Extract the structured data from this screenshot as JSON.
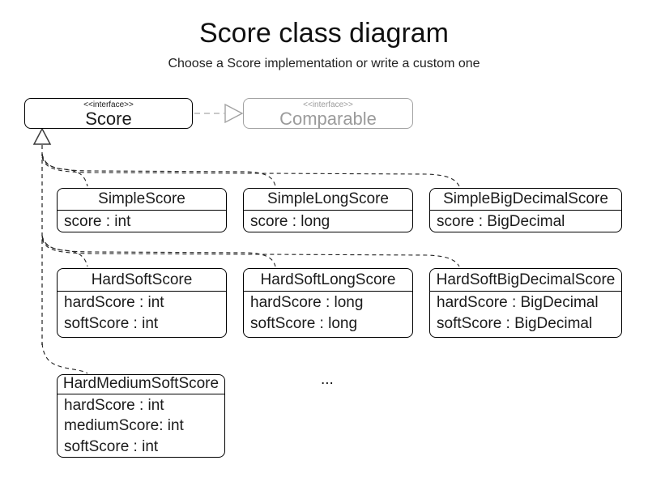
{
  "header": {
    "title": "Score class diagram",
    "subtitle": "Choose a Score implementation or write a custom one"
  },
  "interfaces": {
    "score": {
      "stereotype": "<<interface>>",
      "name": "Score"
    },
    "comparable": {
      "stereotype": "<<interface>>",
      "name": "Comparable"
    }
  },
  "classes": [
    {
      "name": "SimpleScore",
      "attributes": [
        "score : int"
      ]
    },
    {
      "name": "SimpleLongScore",
      "attributes": [
        "score : long"
      ]
    },
    {
      "name": "SimpleBigDecimalScore",
      "attributes": [
        "score : BigDecimal"
      ]
    },
    {
      "name": "HardSoftScore",
      "attributes": [
        "hardScore : int",
        "softScore : int"
      ]
    },
    {
      "name": "HardSoftLongScore",
      "attributes": [
        "hardScore : long",
        "softScore : long"
      ]
    },
    {
      "name": "HardSoftBigDecimalScore",
      "attributes": [
        "hardScore : BigDecimal",
        "softScore : BigDecimal"
      ]
    },
    {
      "name": "HardMediumSoftScore",
      "attributes": [
        "hardScore : int",
        "mediumScore: int",
        "softScore : int"
      ]
    }
  ],
  "ellipsis": "...",
  "colors": {
    "text": "#111111",
    "box_border": "#000000",
    "muted_gray": "#9b9b9b",
    "realization_line": "#b5b5b5",
    "inheritance_line": "#222222",
    "trunk_line": "#6b6b6b",
    "background": "#ffffff"
  }
}
